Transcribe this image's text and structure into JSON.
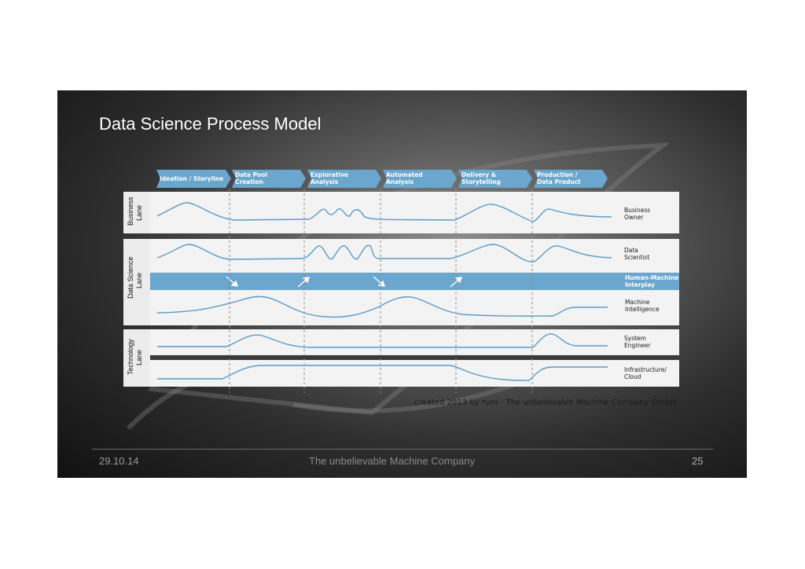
{
  "slide": {
    "title": "Data Science Process Model",
    "credit": "created 2013 by *um - The unbelievable Machine Company GmbH"
  },
  "stages": [
    {
      "line1": "Ideation / Storyline",
      "line2": ""
    },
    {
      "line1": "Data Pool",
      "line2": "Creation"
    },
    {
      "line1": "Explorative",
      "line2": "Analysis"
    },
    {
      "line1": "Automated",
      "line2": "Analysis"
    },
    {
      "line1": "Delivery &",
      "line2": "Storytelling"
    },
    {
      "line1": "Production /",
      "line2": "Data Product"
    }
  ],
  "lanes": [
    {
      "line1": "Business",
      "line2": "Lane"
    },
    {
      "line1": "Data Science",
      "line2": "Lane"
    },
    {
      "line1": "Technology",
      "line2": "Lane"
    }
  ],
  "roles": [
    {
      "line1": "Business",
      "line2": "Owner"
    },
    {
      "line1": "Data",
      "line2": "Scientist"
    },
    {
      "line1": "Machine",
      "line2": "Intelligence"
    },
    {
      "line1": "System",
      "line2": "Engineer"
    },
    {
      "line1": "Infrastructure/",
      "line2": "Cloud"
    }
  ],
  "interplay": {
    "line1": "Human-Machine",
    "line2": "Interplay"
  },
  "footer": {
    "date": "29.10.14",
    "company": "The unbelievable Machine Company",
    "page": "25"
  },
  "colors": {
    "accent": "#6aa6cd",
    "curve": "#5b9bc8",
    "panel": "#f0f0f0"
  }
}
